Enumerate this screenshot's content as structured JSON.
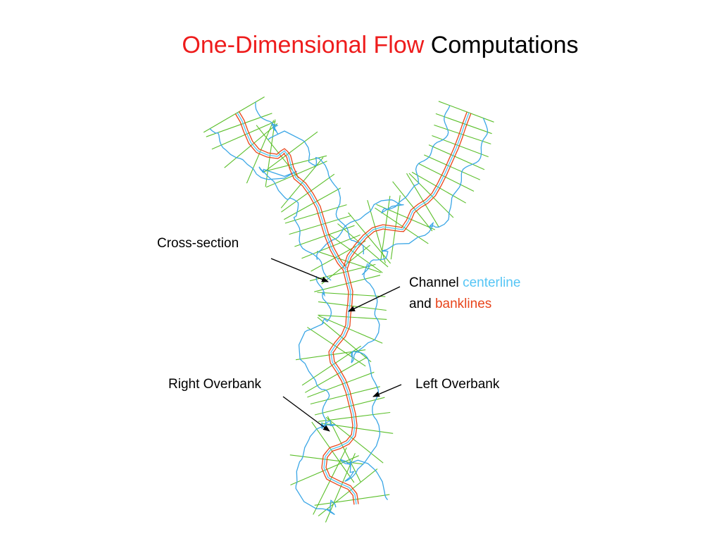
{
  "title": {
    "part1": "One-Dimensional Flow",
    "part2": "Computations",
    "part1_color": "#ee1c1c",
    "part2_color": "#000000"
  },
  "labels": {
    "cross_section": "Cross-section",
    "channel": "Channel",
    "centerline": "centerline",
    "and": "and",
    "banklines": "banklines",
    "right_overbank": "Right Overbank",
    "left_overbank": "Left Overbank"
  },
  "colors": {
    "centerline": "#55c5f5",
    "banklines": "#e8451c",
    "overbank_boundary": "#3aa6e6",
    "cross_section": "#5bbf2a",
    "arrow": "#000000"
  }
}
